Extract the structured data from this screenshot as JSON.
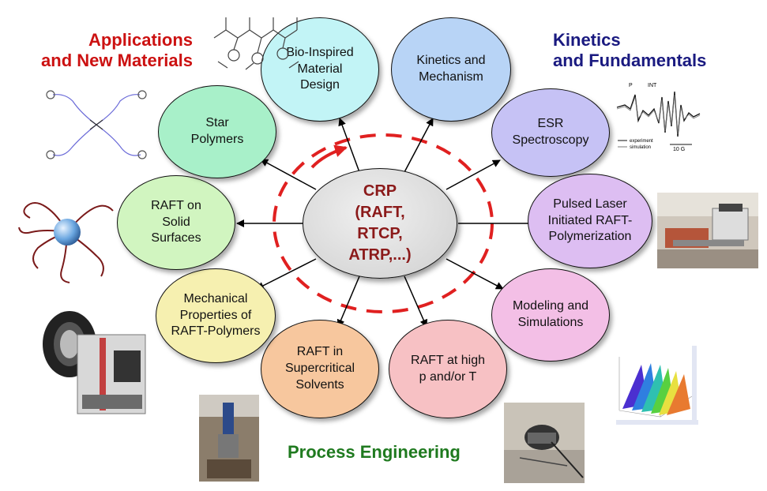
{
  "headings": {
    "applications": "Applications\nand New Materials",
    "kinetics": "Kinetics\nand Fundamentals",
    "process": "Process Engineering"
  },
  "center": {
    "label": "CRP\n(RAFT,\nRTCP,\nATRP,...)"
  },
  "nodes": {
    "bio_inspired": "Bio-Inspired\nMaterial\nDesign",
    "kinetics_mechanism": "Kinetics and\nMechanism",
    "esr": "ESR\nSpectroscopy",
    "pulsed_laser": "Pulsed Laser\nInitiated RAFT-\nPolymerization",
    "modeling": "Modeling and\nSimulations",
    "raft_high_p": "RAFT at high\np and/or T",
    "supercritical": "RAFT in\nSupercritical\nSolvents",
    "mechanical": "Mechanical\nProperties of\nRAFT-Polymers",
    "solid_surfaces": "RAFT on\nSolid\nSurfaces",
    "star": "Star\nPolymers"
  },
  "esr_plot": {
    "legend_1": "experiment",
    "legend_2": "simulation",
    "scale": "10 G",
    "label_p": "P",
    "label_int": "INT"
  },
  "colors": {
    "red_heading": "#cc1111",
    "blue_heading": "#1a1a80",
    "green_heading": "#1f7a1f",
    "center_text": "#8b1a1a",
    "dashed_ring": "#e02020"
  }
}
